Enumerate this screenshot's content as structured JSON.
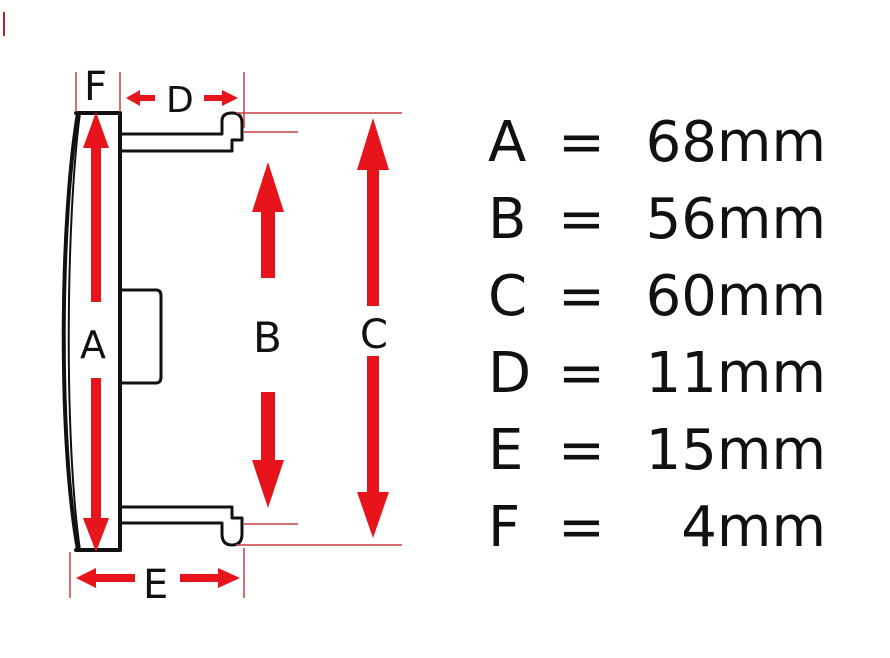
{
  "diagram": {
    "labels": {
      "A": "A",
      "B": "B",
      "C": "C",
      "D": "D",
      "E": "E",
      "F": "F"
    }
  },
  "specs": [
    {
      "letter": "A",
      "eq": "=",
      "value": "68mm"
    },
    {
      "letter": "B",
      "eq": "=",
      "value": "56mm"
    },
    {
      "letter": "C",
      "eq": "=",
      "value": "60mm"
    },
    {
      "letter": "D",
      "eq": "=",
      "value": "11mm"
    },
    {
      "letter": "E",
      "eq": "=",
      "value": "15mm"
    },
    {
      "letter": "F",
      "eq": "=",
      "value": "4mm"
    }
  ],
  "colors": {
    "arrow": "#e8141b",
    "line": "#111111",
    "guide": "#c94040"
  }
}
